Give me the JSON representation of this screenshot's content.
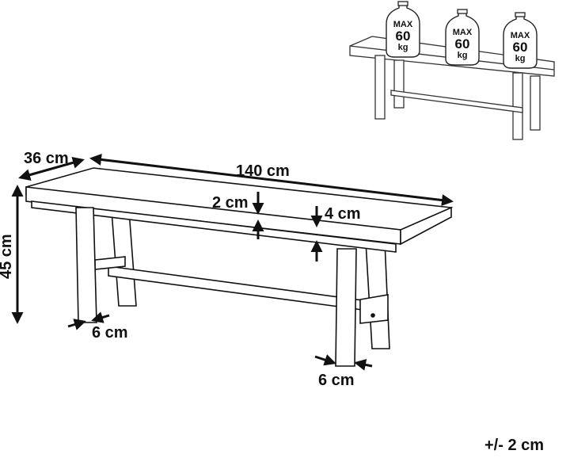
{
  "dimensions": {
    "depth": "36 cm",
    "length": "140 cm",
    "height": "45 cm",
    "seat_thickness": "2 cm",
    "apron_height": "4 cm",
    "leg_width_left": "6 cm",
    "leg_width_right": "6 cm",
    "tolerance": "+/- 2 cm"
  },
  "weights": [
    {
      "max": "MAX",
      "value": "60",
      "unit": "kg"
    },
    {
      "max": "MAX",
      "value": "60",
      "unit": "kg"
    },
    {
      "max": "MAX",
      "value": "60",
      "unit": "kg"
    }
  ],
  "colors": {
    "line": "#111111",
    "light_line": "#555555",
    "background": "#ffffff"
  }
}
